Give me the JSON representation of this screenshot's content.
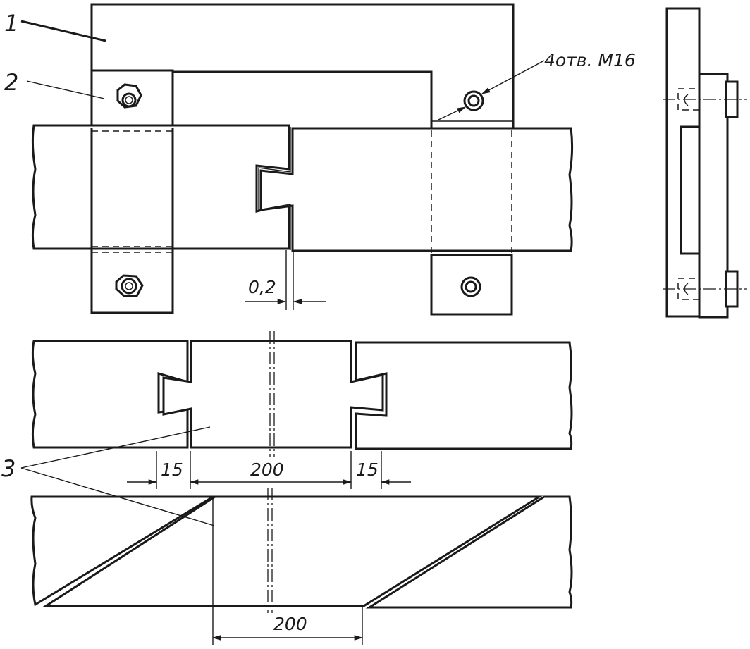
{
  "callouts": {
    "part1": "1",
    "part2": "2",
    "part3": "3",
    "holes": "4отв. М16"
  },
  "dimensions": {
    "gap": "0,2",
    "tenon_left": "15",
    "center_span": "200",
    "tenon_right": "15",
    "bottom_span": "200"
  }
}
